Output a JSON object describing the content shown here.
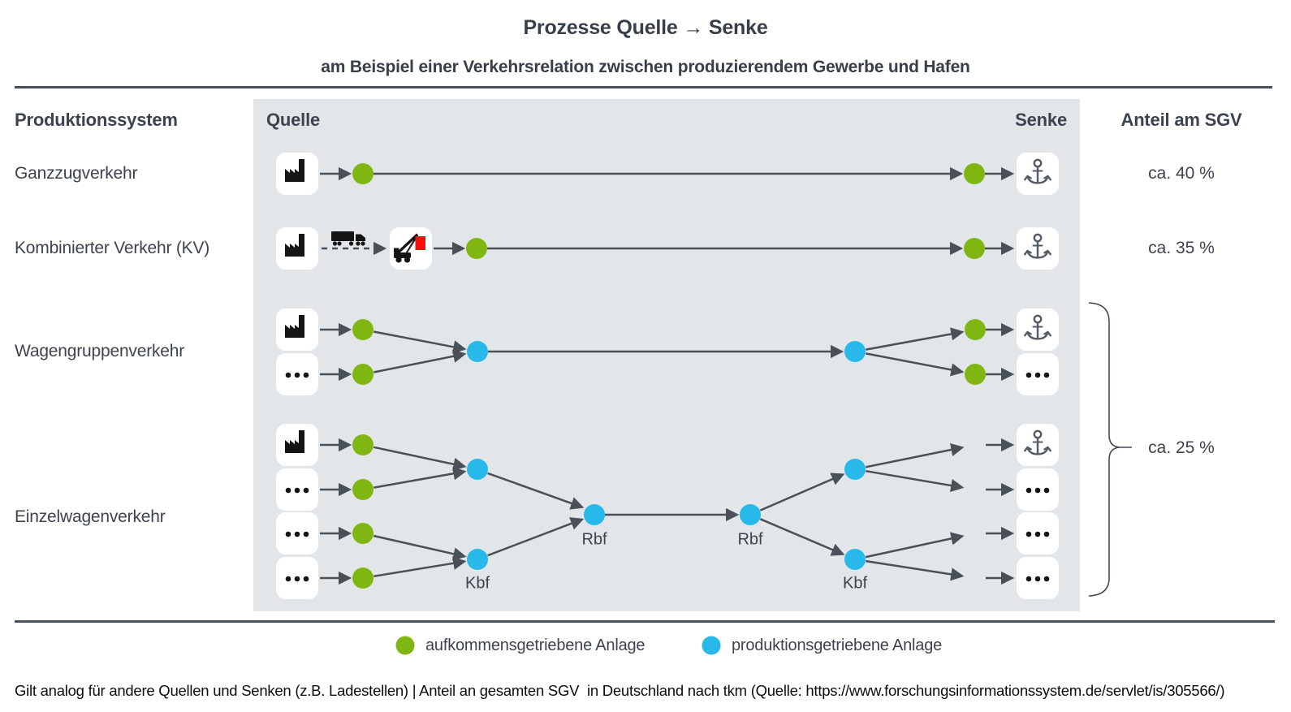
{
  "title": "Prozesse Quelle → Senke",
  "subtitle": "am Beispiel einer Verkehrsrelation zwischen produzierendem Gewerbe und Hafen",
  "headers": {
    "production_system": "Produktionssystem",
    "source": "Quelle",
    "sink": "Senke",
    "share": "Anteil am SGV"
  },
  "rows": [
    {
      "label": "Ganzzugverkehr",
      "share": "ca. 40 %"
    },
    {
      "label": "Kombinierter Verkehr (KV)",
      "share": "ca. 35 %"
    },
    {
      "label": "Wagengruppenverkehr"
    },
    {
      "label": "Einzelwagenverkehr"
    }
  ],
  "combined_share": "ca. 25 %",
  "node_labels": {
    "kbf_left": "Kbf",
    "rbf_left": "Rbf",
    "rbf_right": "Rbf",
    "kbf_right": "Kbf"
  },
  "legend": {
    "items": [
      {
        "label": "aufkommensgetriebene Anlage",
        "color": "#80b612"
      },
      {
        "label": "produktionsgetriebene Anlage",
        "color": "#29b8ea"
      }
    ]
  },
  "footnote": "Gilt analog für andere Quellen und Senken (z.B. Ladestellen) | Anteil an gesamten SGV  in Deutschland nach tkm (Quelle: https://www.forschungsinformationssystem.de/servlet/is/305566/)",
  "colors": {
    "green": "#80b612",
    "blue": "#29b8ea",
    "line": "#4a5057",
    "panel": "#e3e6e9",
    "red": "#f90d0c",
    "text": "#3d434e"
  }
}
